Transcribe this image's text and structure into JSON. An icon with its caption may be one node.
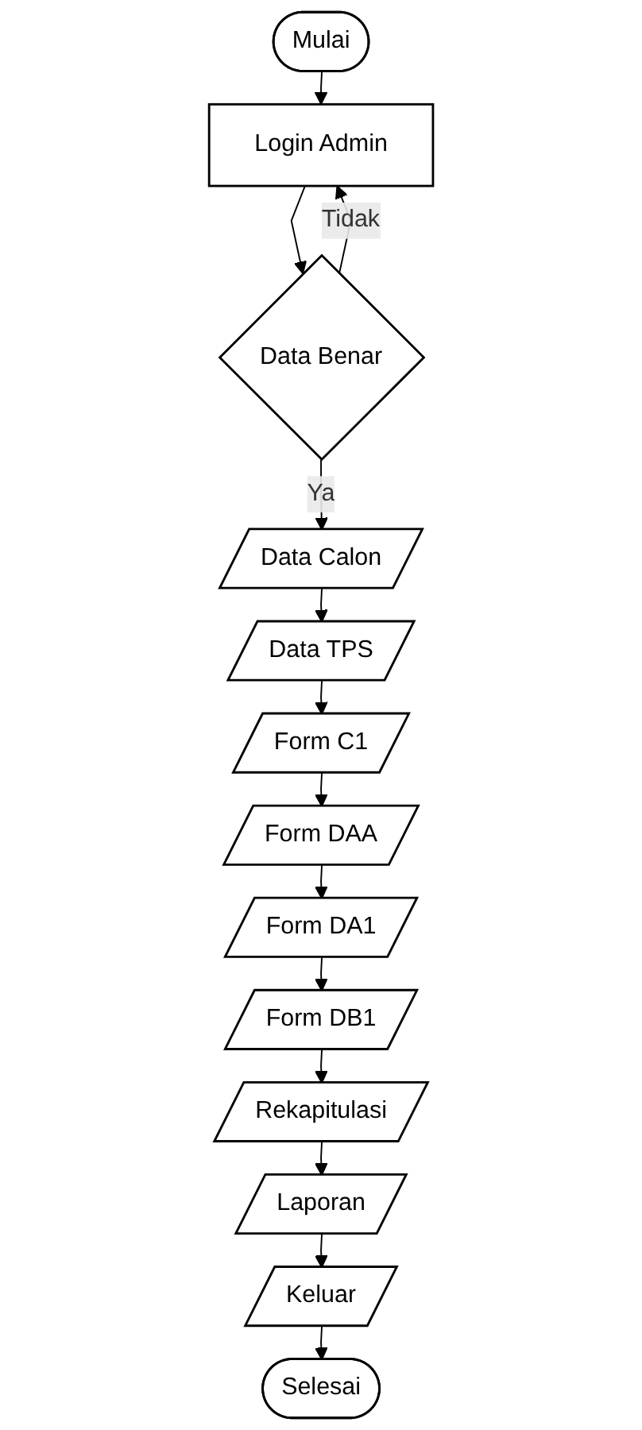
{
  "diagram": {
    "nodes": [
      {
        "text": [
          "Mulai"
        ]
      },
      {
        "text": [
          "Login Admin"
        ]
      },
      {
        "text": [
          "Data Benar"
        ]
      },
      {
        "text": [
          "Data Calon"
        ]
      },
      {
        "text": [
          "Data TPS"
        ]
      },
      {
        "text": [
          "Form C1"
        ]
      },
      {
        "text": [
          "Form DAA"
        ]
      },
      {
        "text": [
          "Form DA1"
        ]
      },
      {
        "text": [
          "Form DB1"
        ]
      },
      {
        "text": [
          "Rekapitulasi"
        ]
      },
      {
        "text": [
          "Laporan"
        ]
      },
      {
        "text": [
          "Keluar"
        ]
      },
      {
        "text": [
          "Selesai"
        ]
      }
    ],
    "edges": [
      {
        "from": 0,
        "to": 1,
        "arrow": "to"
      },
      {
        "from": 1,
        "to": 2,
        "arrow": "to"
      },
      {
        "from": 2,
        "to": 3,
        "arrow": "to",
        "label": "Ya"
      },
      {
        "from": 2,
        "to": 1,
        "arrow": "to",
        "label": "Tidak"
      },
      {
        "from": 3,
        "to": 4,
        "arrow": "to"
      },
      {
        "from": 4,
        "to": 5,
        "arrow": "to"
      },
      {
        "from": 5,
        "to": 6,
        "arrow": "to"
      },
      {
        "from": 6,
        "to": 7,
        "arrow": "to"
      },
      {
        "from": 7,
        "to": 8,
        "arrow": "to"
      },
      {
        "from": 8,
        "to": 9,
        "arrow": "to"
      },
      {
        "from": 9,
        "to": 10,
        "arrow": "to"
      },
      {
        "from": 10,
        "to": 11,
        "arrow": "to"
      },
      {
        "from": 11,
        "to": 12,
        "arrow": "to"
      }
    ]
  }
}
